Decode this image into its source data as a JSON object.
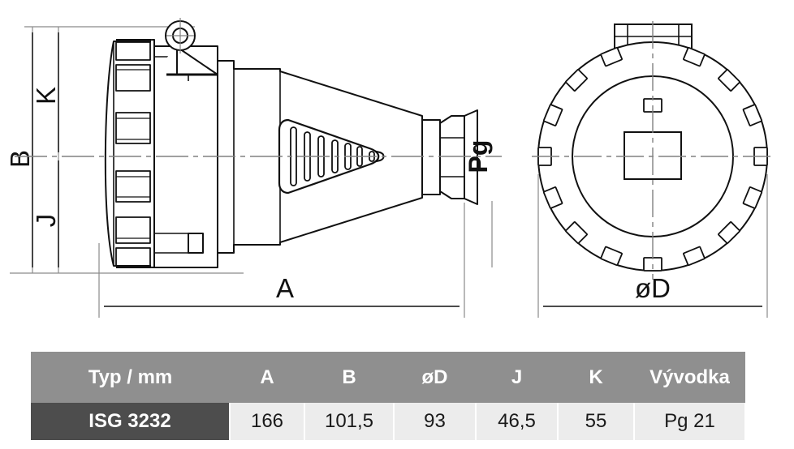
{
  "drawing": {
    "title_note": "",
    "views": {
      "side_view": {
        "name": "side-section-view",
        "labels": {
          "pg": "Pg",
          "a": "A",
          "b": "B",
          "j": "J",
          "k": "K"
        }
      },
      "front_view": {
        "name": "front-view",
        "labels": {
          "diameter": "øD"
        }
      }
    }
  },
  "table": {
    "headers": {
      "type": "Typ / mm",
      "a": "A",
      "b": "B",
      "d": "øD",
      "j": "J",
      "k": "K",
      "gland": "Vývodka"
    },
    "rows": [
      {
        "type": "ISG 3232",
        "a": "166",
        "b": "101,5",
        "d": "93",
        "j": "46,5",
        "k": "55",
        "gland": "Pg 21"
      }
    ]
  },
  "colors": {
    "header_bg": "#8f8f8f",
    "type_cell_bg": "#4d4d4d",
    "data_cell_bg": "#ececec",
    "line": "#111111",
    "centerline": "#808080"
  }
}
